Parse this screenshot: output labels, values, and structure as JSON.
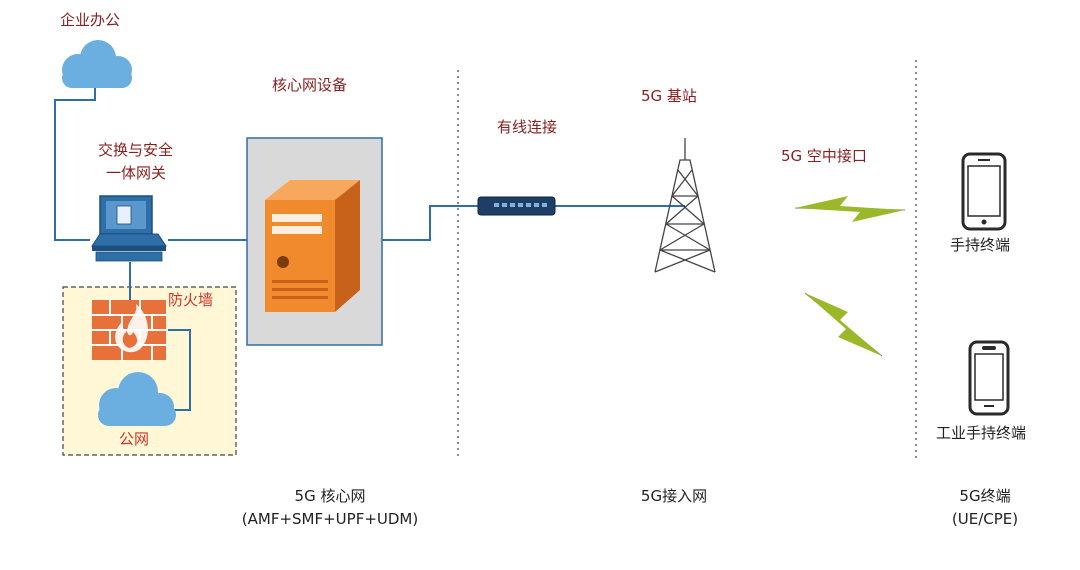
{
  "labels": {
    "enterprise_office": "企业办公",
    "core_network_equipment": "核心网设备",
    "gateway_line1": "交换与安全",
    "gateway_line2": "一体网关",
    "firewall": "防火墙",
    "public_network": "公网",
    "wired_connection": "有线连接",
    "base_station": "5G  基站",
    "air_interface": "5G  空中接口",
    "handheld_terminal": "手持终端",
    "industrial_handheld_terminal": "工业手持终端"
  },
  "sections": {
    "core_title": "5G 核心网",
    "core_subtitle": "(AMF+SMF+UPF+UDM)",
    "access_title": "5G接入网",
    "terminal_title": "5G终端",
    "terminal_subtitle": "(UE/CPE)"
  },
  "colors": {
    "cloud": "#6baee0",
    "link_line": "#2f6fa8",
    "server": "#f08a2c",
    "firewall": "#e8703a",
    "zone_fill": "#fff7d6",
    "core_box_fill": "#d9d9d9",
    "lightning": "#9ab82a"
  },
  "icons": [
    "cloud-icon",
    "gateway-computer-icon",
    "server-icon",
    "firewall-icon",
    "switch-icon",
    "tower-icon",
    "lightning-icon",
    "smartphone-icon",
    "industrial-phone-icon"
  ]
}
